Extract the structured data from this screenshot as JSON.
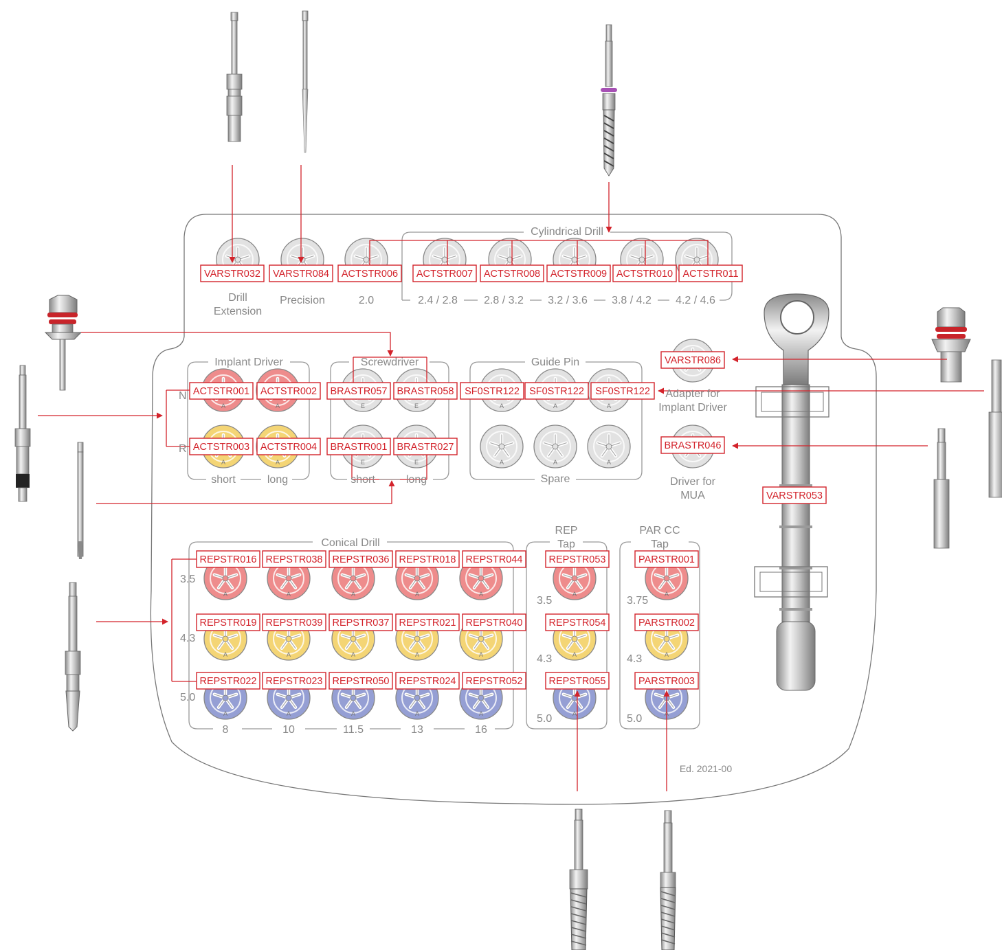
{
  "colors": {
    "accent_red": "#d3232b",
    "well_red": "#ee8c8c",
    "well_yellow": "#f4d575",
    "well_blue": "#959fd4",
    "well_gray": "#e2e2e2",
    "outline": "#888888"
  },
  "groups": {
    "cylindrical_drill": "Cylindrical Drill",
    "implant_driver": "Implant Driver",
    "screwdriver": "Screwdriver",
    "guide_pin": "Guide Pin",
    "conical_drill": "Conical Drill",
    "rep_tap_line1": "REP",
    "rep_tap_line2": "Tap",
    "par_tap_line1": "PAR CC",
    "par_tap_line2": "Tap"
  },
  "labels": {
    "drill_extension_1": "Drill",
    "drill_extension_2": "Extension",
    "precision": "Precision",
    "d20": "2.0",
    "cyl_sizes": [
      "2.4 / 2.8",
      "2.8 / 3.2",
      "3.2 / 3.6",
      "3.8 / 4.2",
      "4.2 / 4.6"
    ],
    "nn_partial": "N",
    "rp_partial": "R",
    "driver_short": "short",
    "driver_long": "long",
    "screw_short": "short",
    "screw_long": "long",
    "spare": "Spare",
    "adapter_1": "Adapter for",
    "adapter_2": "Implant Driver",
    "mua_1": "Driver for",
    "mua_2": "MUA",
    "conical_rows": [
      "3.5",
      "4.3",
      "5.0"
    ],
    "conical_lengths": [
      "8",
      "10",
      "11.5",
      "13",
      "16"
    ],
    "rep_rows": [
      "3.5",
      "4.3",
      "5.0"
    ],
    "par_rows": [
      "3.75",
      "4.3",
      "5.0"
    ],
    "edition": "Ed. 2021-00"
  },
  "codes": {
    "top_row": [
      "VARSTR032",
      "VARSTR084",
      "ACTSTR006",
      "ACTSTR007",
      "ACTSTR008",
      "ACTSTR009",
      "ACTSTR010",
      "ACTSTR011"
    ],
    "implant_driver": [
      "ACTSTR001",
      "ACTSTR002",
      "ACTSTR003",
      "ACTSTR004"
    ],
    "screwdriver": [
      "BRASTR057",
      "BRASTR058",
      "BRASTR001",
      "BRASTR027"
    ],
    "guide_pin": [
      "SF0STR122",
      "SF0STR122",
      "SF0STR122"
    ],
    "adapter": "VARSTR086",
    "mua": "BRASTR046",
    "ratchet": "VARSTR053",
    "conical_row1": [
      "REPSTR016",
      "REPSTR038",
      "REPSTR036",
      "REPSTR018",
      "REPSTR044"
    ],
    "conical_row2": [
      "REPSTR019",
      "REPSTR039",
      "REPSTR037",
      "REPSTR021",
      "REPSTR040"
    ],
    "conical_row3": [
      "REPSTR022",
      "REPSTR023",
      "REPSTR050",
      "REPSTR024",
      "REPSTR052"
    ],
    "rep_tap": [
      "REPSTR053",
      "REPSTR054",
      "REPSTR055"
    ],
    "par_tap": [
      "PARSTR001",
      "PARSTR002",
      "PARSTR003"
    ]
  },
  "well_marks": {
    "driver": "A",
    "screw": "E"
  }
}
